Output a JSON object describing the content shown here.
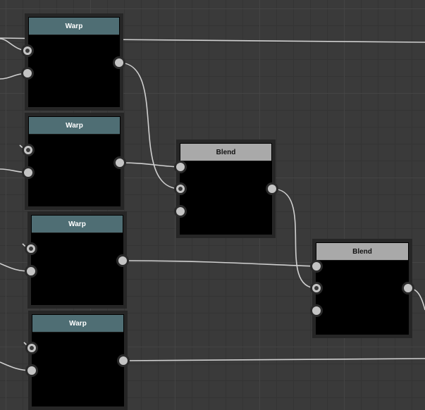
{
  "graph": {
    "nodes": [
      {
        "id": "warp1",
        "type": "warp",
        "title": "Warp"
      },
      {
        "id": "warp2",
        "type": "warp",
        "title": "Warp"
      },
      {
        "id": "warp3",
        "type": "warp",
        "title": "Warp"
      },
      {
        "id": "warp4",
        "type": "warp",
        "title": "Warp"
      },
      {
        "id": "blend1",
        "type": "blend",
        "title": "Blend"
      },
      {
        "id": "blend2",
        "type": "blend",
        "title": "Blend"
      }
    ]
  },
  "colors": {
    "canvas_background": "#3a3a3a",
    "warp_header": "#4f6e74",
    "blend_header": "#a9a9a9",
    "node_body": "#000000",
    "wire": "#cfcfcf",
    "port": "#c4c4c4"
  }
}
